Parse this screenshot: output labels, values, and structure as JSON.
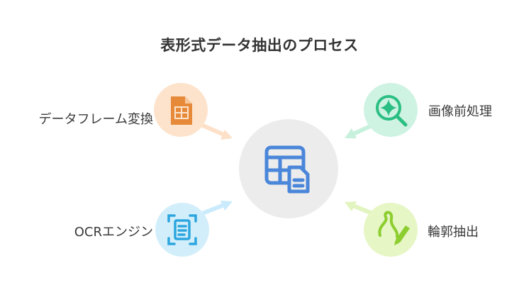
{
  "title": "表形式データ抽出のプロセス",
  "center": {
    "icon": "table-document-icon",
    "color": "#4a86d9",
    "bg": "#ececec"
  },
  "nodes": [
    {
      "id": "dataframe",
      "label": "データフレーム変換",
      "icon": "spreadsheet-file-icon",
      "circle": "#fde3cc",
      "icon_color": "#e68a3a",
      "arrow": "#fde0c8"
    },
    {
      "id": "preprocess",
      "label": "画像前処理",
      "icon": "magnifier-sparkle-icon",
      "circle": "#cff3e2",
      "icon_color": "#2bbf83",
      "arrow": "#c8f1dd"
    },
    {
      "id": "ocr",
      "label": "OCRエンジン",
      "icon": "scan-document-icon",
      "circle": "#d3eefb",
      "icon_color": "#2ca6df",
      "arrow": "#c9ebfb"
    },
    {
      "id": "contour",
      "label": "輪郭抽出",
      "icon": "squiggle-pen-icon",
      "circle": "#e6f6c4",
      "icon_color": "#8ccd2f",
      "arrow": "#e2f4bf"
    }
  ]
}
